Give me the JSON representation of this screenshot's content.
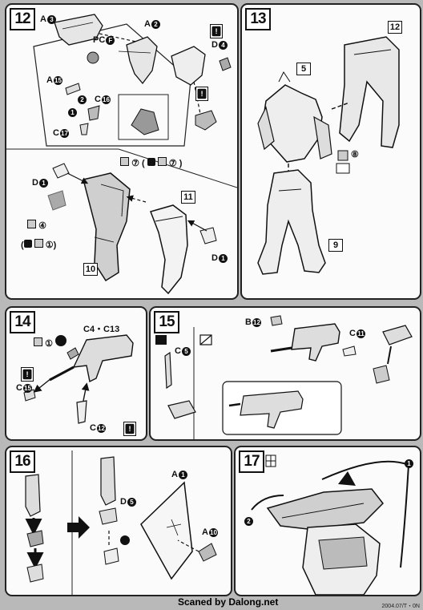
{
  "steps": [
    {
      "num": "12"
    },
    {
      "num": "13"
    },
    {
      "num": "14"
    },
    {
      "num": "15"
    },
    {
      "num": "16"
    },
    {
      "num": "17"
    }
  ],
  "step12": {
    "a3": "A",
    "a3_n": "3",
    "a2": "A",
    "a2_n": "2",
    "pcf": "PC",
    "pcf_n": "F",
    "d4": "D",
    "d4_n": "4",
    "a15": "A",
    "a15_n": "15",
    "c16": "C",
    "c16_n": "16",
    "c17": "C",
    "c17_n": "17",
    "step_1": "1",
    "step_2": "2",
    "d1_left": "D",
    "d1_left_n": "1",
    "d1_right": "D",
    "d1_right_n": "1",
    "ref_11": "11",
    "ref_10": "10",
    "seal_a": "⑦",
    "seal_b": "⑦",
    "seal_c": "④",
    "seal_d": "①"
  },
  "step13": {
    "ref_12": "12",
    "ref_5": "5",
    "ref_9": "9",
    "seal": "⑧"
  },
  "step14": {
    "c4c13": "C4・C13",
    "c15": "C",
    "c15_n": "15",
    "c12": "C",
    "c12_n": "12",
    "seal": "①"
  },
  "step15": {
    "b12": "B",
    "b12_n": "12",
    "c5": "C",
    "c5_n": "5",
    "c11": "C",
    "c11_n": "11"
  },
  "step16": {
    "d5": "D",
    "d5_n": "5",
    "a1": "A",
    "a1_n": "1",
    "a10": "A",
    "a10_n": "10"
  },
  "step17": {
    "step_1": "1",
    "step_2": "2"
  },
  "footer": {
    "credit": "Scaned by Dalong.net",
    "code": "2004.07/T・0N"
  }
}
